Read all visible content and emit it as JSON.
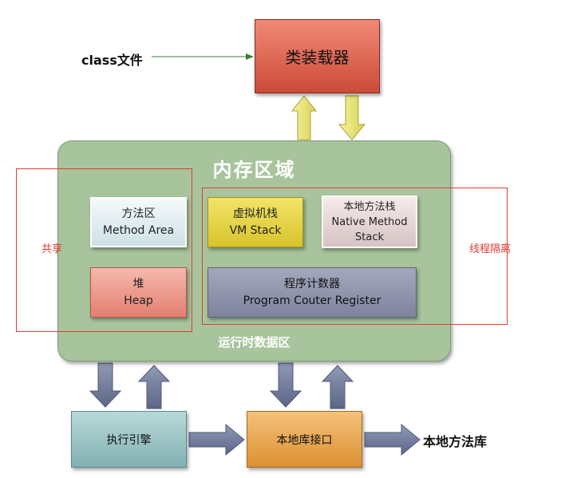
{
  "class_file": "class文件",
  "class_loader": "类装载器",
  "memory_region": {
    "title": "内存区域",
    "footer": "运行时数据区",
    "method_area": {
      "zh": "方法区",
      "en": "Method Area"
    },
    "heap": {
      "zh": "堆",
      "en": "Heap"
    },
    "vm_stack": {
      "zh": "虚拟机栈",
      "en": "VM Stack"
    },
    "native_method_stack": {
      "zh": "本地方法栈",
      "en_line1": "Native Method",
      "en_line2": "Stack"
    },
    "program_counter": {
      "zh": "程序计数器",
      "en": "Program Couter Register"
    }
  },
  "annotations": {
    "shared": "共享",
    "thread_isolated": "线程隔离"
  },
  "execution_engine": "执行引擎",
  "native_interface": "本地库接口",
  "native_library": "本地方法库",
  "colors": {
    "accent_red": "#e03c31",
    "up_down_arrow": "#f1eb7a",
    "block_arrow": "#6f7b99",
    "memory_green": "#a8c49c"
  }
}
